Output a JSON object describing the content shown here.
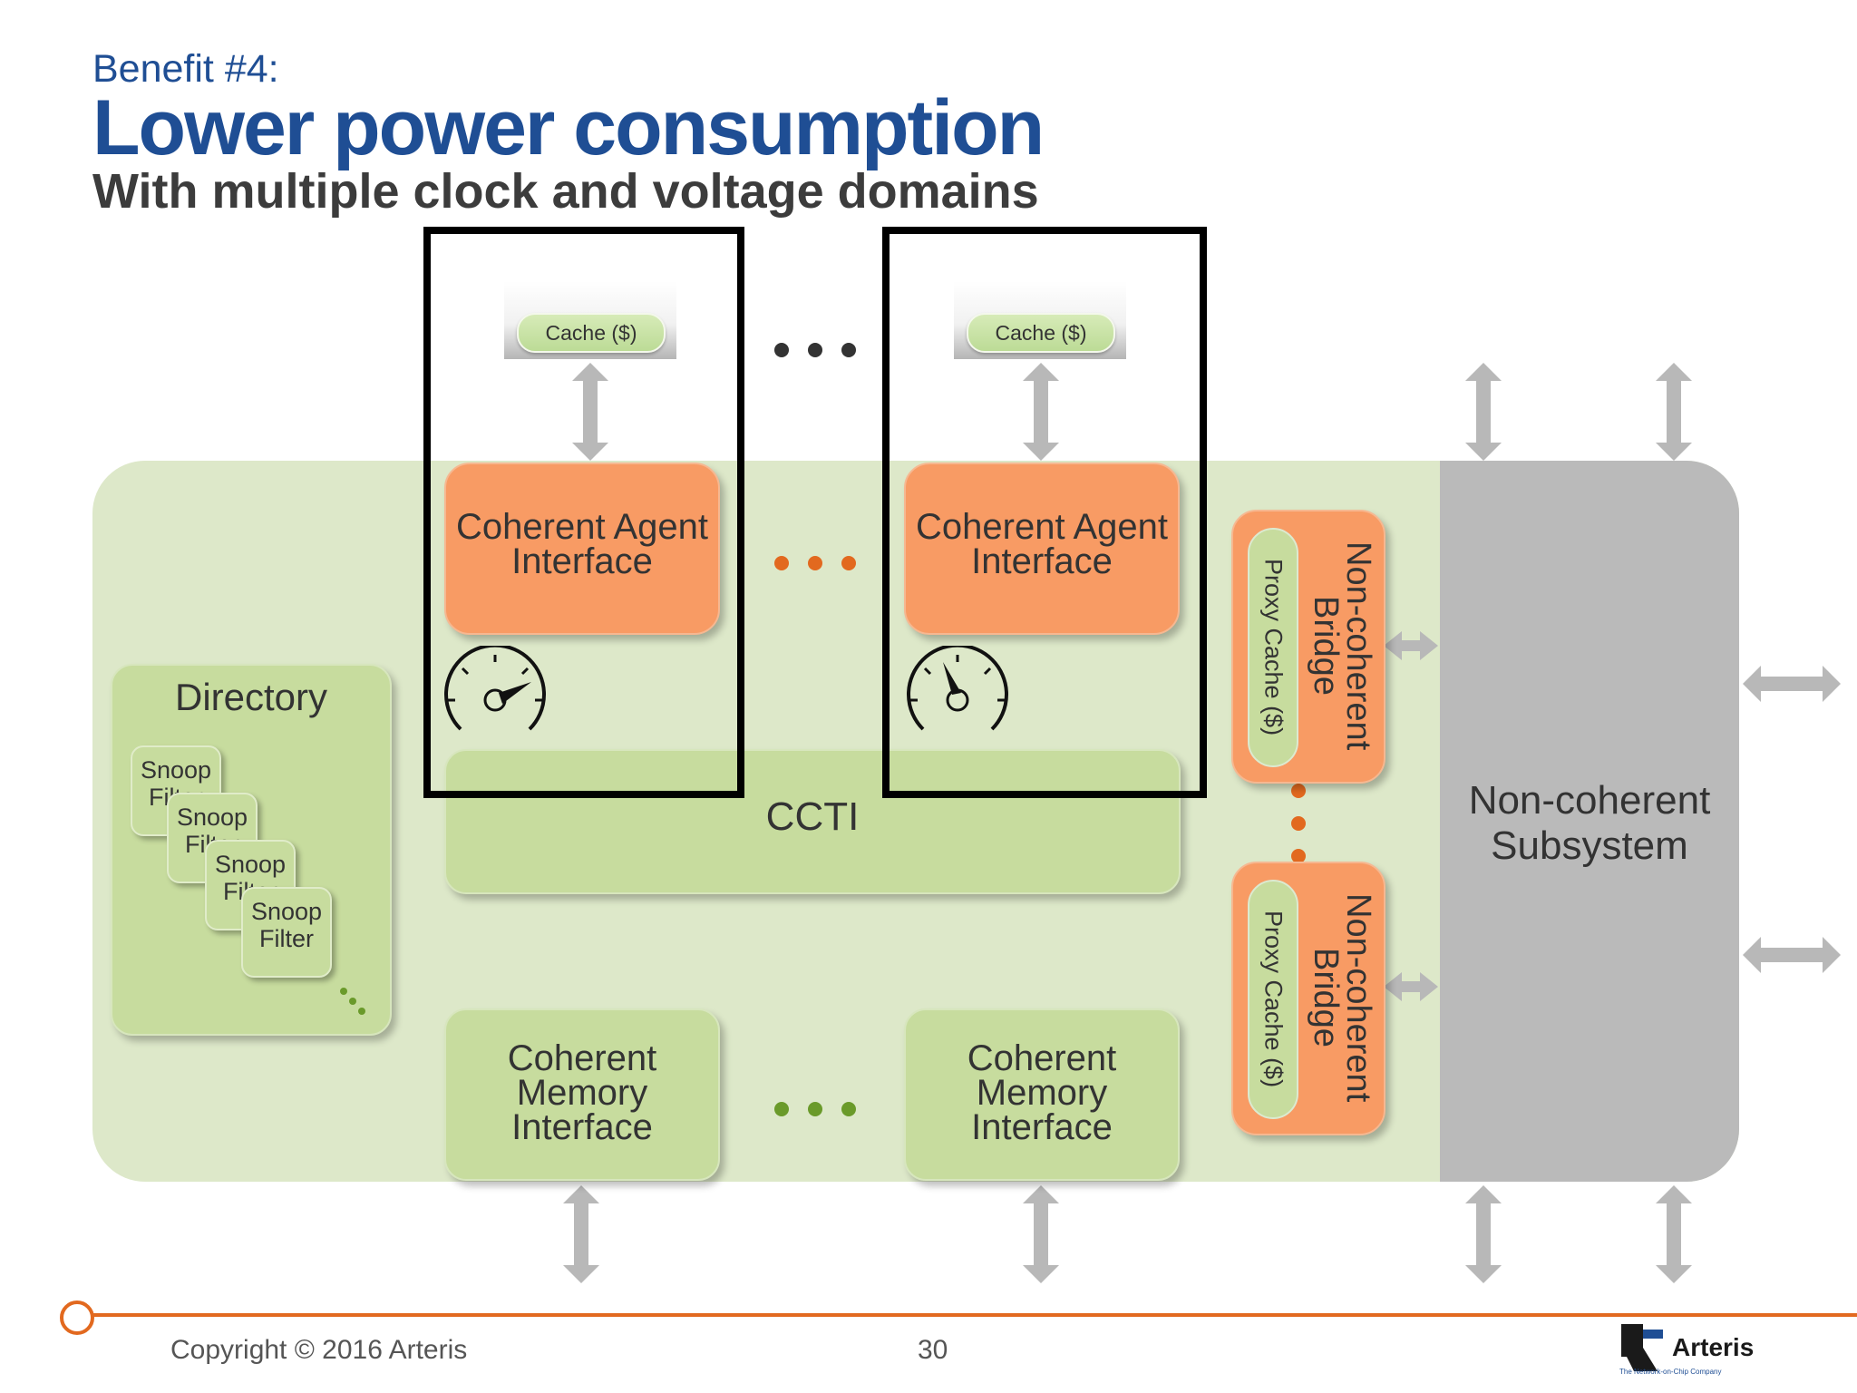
{
  "header": {
    "kicker": "Benefit #4:",
    "title": "Lower power consumption",
    "subtitle": "With multiple clock and voltage domains"
  },
  "diagram": {
    "cache_label": "Cache ($)",
    "coherent_agent_interface": "Coherent Agent Interface",
    "ccti": "CCTI",
    "directory": "Directory",
    "snoop_filter": "Snoop Filter",
    "coherent_memory_interface": "Coherent Memory Interface",
    "non_coherent_bridge": "Non-coherent Bridge",
    "proxy_cache": "Proxy Cache ($)",
    "non_coherent_subsystem": "Non-coherent Subsystem"
  },
  "colors": {
    "title_blue": "#1f4e94",
    "accent_orange": "#e2691f",
    "panel_green": "#dde8c9",
    "box_green": "#c7dc9e",
    "box_orange": "#f89b64",
    "subsystem_grey": "#bababa",
    "dots_green": "#6a9a2a"
  },
  "footer": {
    "copyright": "Copyright © 2016 Arteris",
    "page_number": "30",
    "logo_text": "Arteris",
    "logo_tagline": "The Network-on-Chip Company"
  }
}
